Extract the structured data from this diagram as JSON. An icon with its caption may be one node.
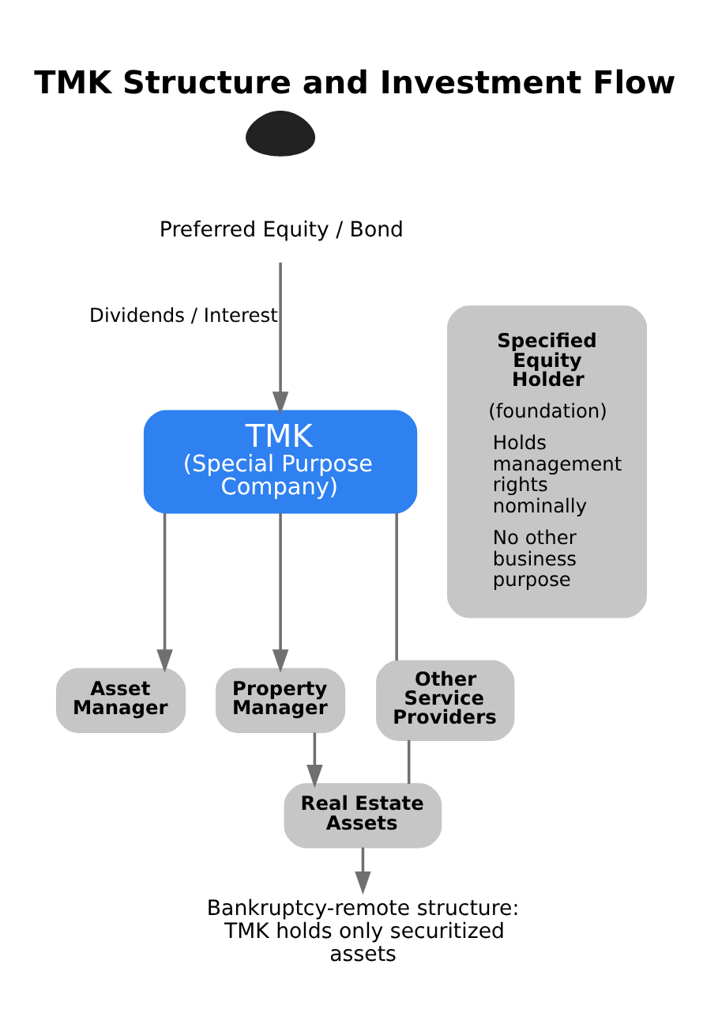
{
  "diagram": {
    "title": "TMK Structure and Investment Flow",
    "nodes": [
      {
        "text": [],
        "shape": "person"
      },
      {
        "text": [
          "Preferred Equity / Bond"
        ]
      },
      {
        "text": [
          "TMK",
          "(Special Purpose Company)"
        ]
      },
      {
        "text": [
          "Asset Manager"
        ]
      },
      {
        "text": [
          "Property Manager"
        ]
      },
      {
        "text": [
          "Other Service Providers"
        ]
      },
      {
        "text": [
          "Real Estate Assets"
        ]
      },
      {
        "text": [
          "Bankruptcy-remote structure: TMK holds only securitized assets"
        ]
      },
      {
        "text": [
          "Specified Equity Holder",
          "(foundation)",
          "Holds management rights nominally",
          "No other business purpose"
        ]
      }
    ],
    "edges": [
      {
        "from": 1,
        "to": 2,
        "arrow": "to",
        "label": "Dividends / Interest"
      },
      {
        "from": 2,
        "to": 3,
        "arrow": "to"
      },
      {
        "from": 2,
        "to": 4,
        "arrow": "to"
      },
      {
        "from": 2,
        "to": 5,
        "arrow": "none"
      },
      {
        "from": 4,
        "to": 6,
        "arrow": "to"
      },
      {
        "from": 5,
        "to": 6,
        "arrow": "none"
      },
      {
        "from": 6,
        "to": 7,
        "arrow": "to"
      }
    ]
  }
}
